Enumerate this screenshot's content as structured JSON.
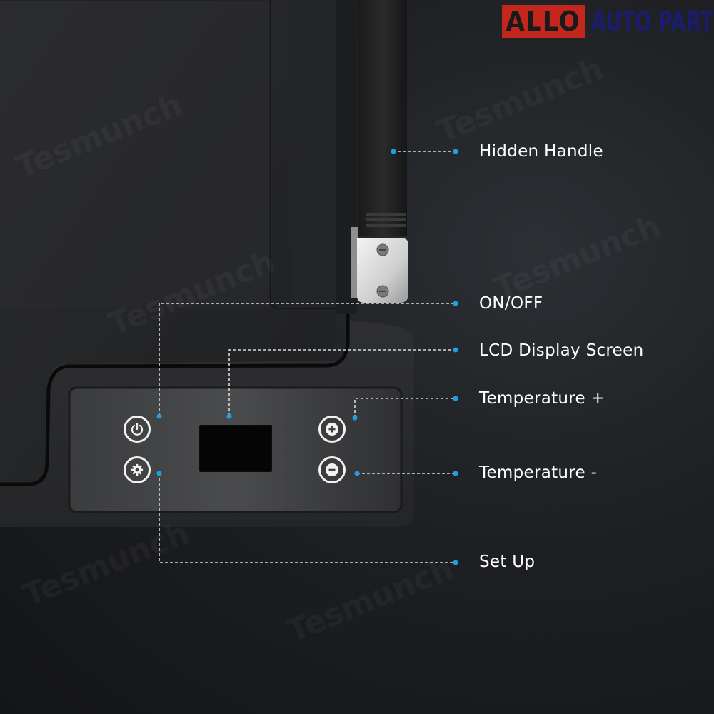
{
  "brand": {
    "logo_text": "ALLO AUTO PARTS",
    "logo_word_1": "ALLO",
    "logo_word_2": "AUTO PARTS",
    "logo_red": "#c3261c",
    "logo_navy": "#1a1c6e"
  },
  "watermark": "Tesmunch",
  "callouts": {
    "hidden_handle": "Hidden Handle",
    "on_off": "ON/OFF",
    "lcd_display": "LCD Display Screen",
    "temp_plus": "Temperature +",
    "temp_minus": "Temperature -",
    "set_up": "Set Up"
  },
  "icons": {
    "power": "power-icon",
    "settings": "gear-icon",
    "plus": "plus-icon",
    "minus": "minus-icon"
  },
  "colors": {
    "leader_dot": "#1ea0e6",
    "leader_line": "#d9d9d9",
    "text": "#ffffff"
  }
}
